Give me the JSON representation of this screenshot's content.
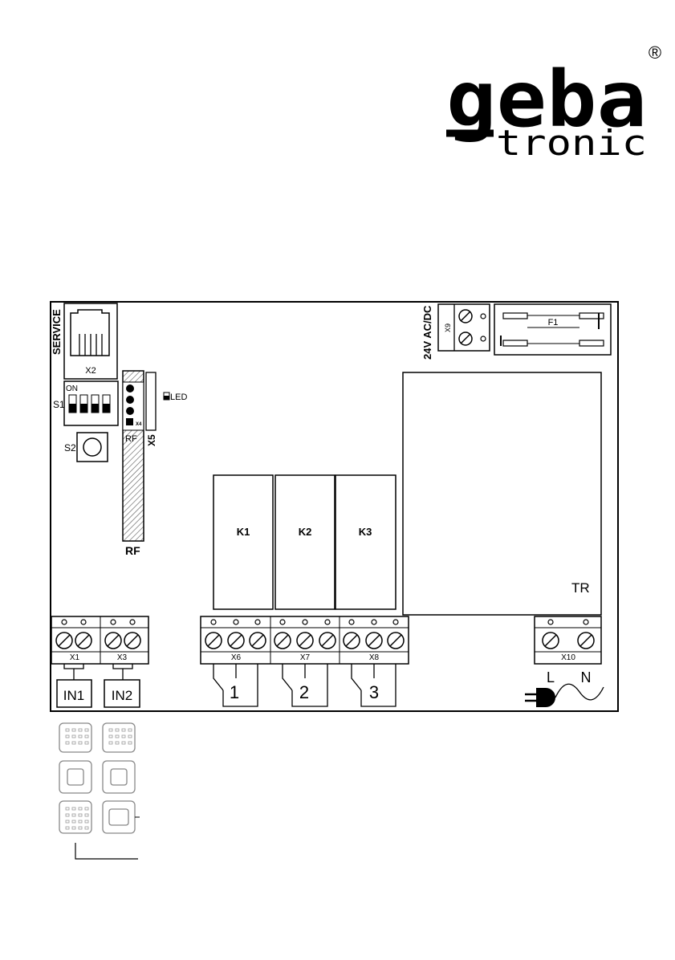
{
  "logo": {
    "line1": "geba",
    "line2": "tronic",
    "registered": "®"
  },
  "board": {
    "service": "SERVICE",
    "x2": "X2",
    "s1": "S1",
    "on": "ON",
    "s2": "S2",
    "x4": "X4",
    "led": "LED",
    "rf_small": "RF",
    "rf": "RF",
    "x5": "X5",
    "voltage": "24V AC/DC",
    "x9": "X9",
    "f1": "F1",
    "tr": "TR",
    "relays": [
      "K1",
      "K2",
      "K3"
    ],
    "x1": "X1",
    "x3": "X3",
    "x6": "X6",
    "x7": "X7",
    "x8": "X8",
    "x10": "X10",
    "in1": "IN1",
    "in2": "IN2",
    "out1": "1",
    "out2": "2",
    "out3": "3",
    "l": "L",
    "n": "N"
  },
  "colors": {
    "ink": "#000000",
    "hatch": "#555555",
    "grey": "#888888"
  }
}
